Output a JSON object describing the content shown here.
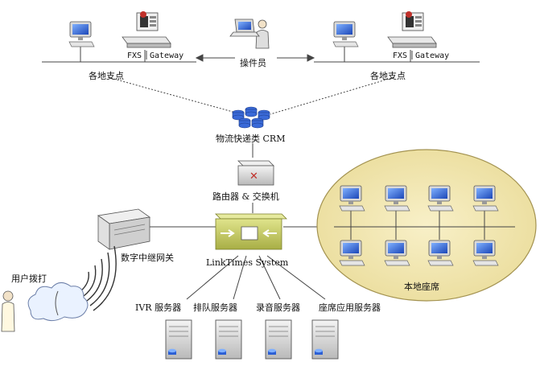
{
  "branch_left": {
    "label": "各地支点",
    "gateway_fxs": "FXS",
    "gateway_name": "Gateway"
  },
  "branch_right": {
    "label": "各地支点",
    "gateway_fxs": "FXS",
    "gateway_name": "Gateway"
  },
  "operator": {
    "label": "操件员"
  },
  "crm": {
    "label": "物流快递类 CRM"
  },
  "router": {
    "label": "路由器 & 交换机"
  },
  "trunk_gateway": {
    "label": "数字中继网关"
  },
  "system": {
    "label": "LinkTimes System"
  },
  "caller": {
    "label": "用户拨打"
  },
  "local_seats": {
    "label": "本地座席"
  },
  "servers": [
    {
      "label": "IVR 服务器"
    },
    {
      "label": "排队服务器"
    },
    {
      "label": "录音服务器"
    },
    {
      "label": "座席应用服务器"
    }
  ],
  "colors": {
    "ellipse_fill": "#f3e9b6",
    "ellipse_stroke": "#b0a060",
    "system_fill": "#c9cf6a",
    "monitor_blue": "#2c5fd4",
    "line": "#555555"
  }
}
